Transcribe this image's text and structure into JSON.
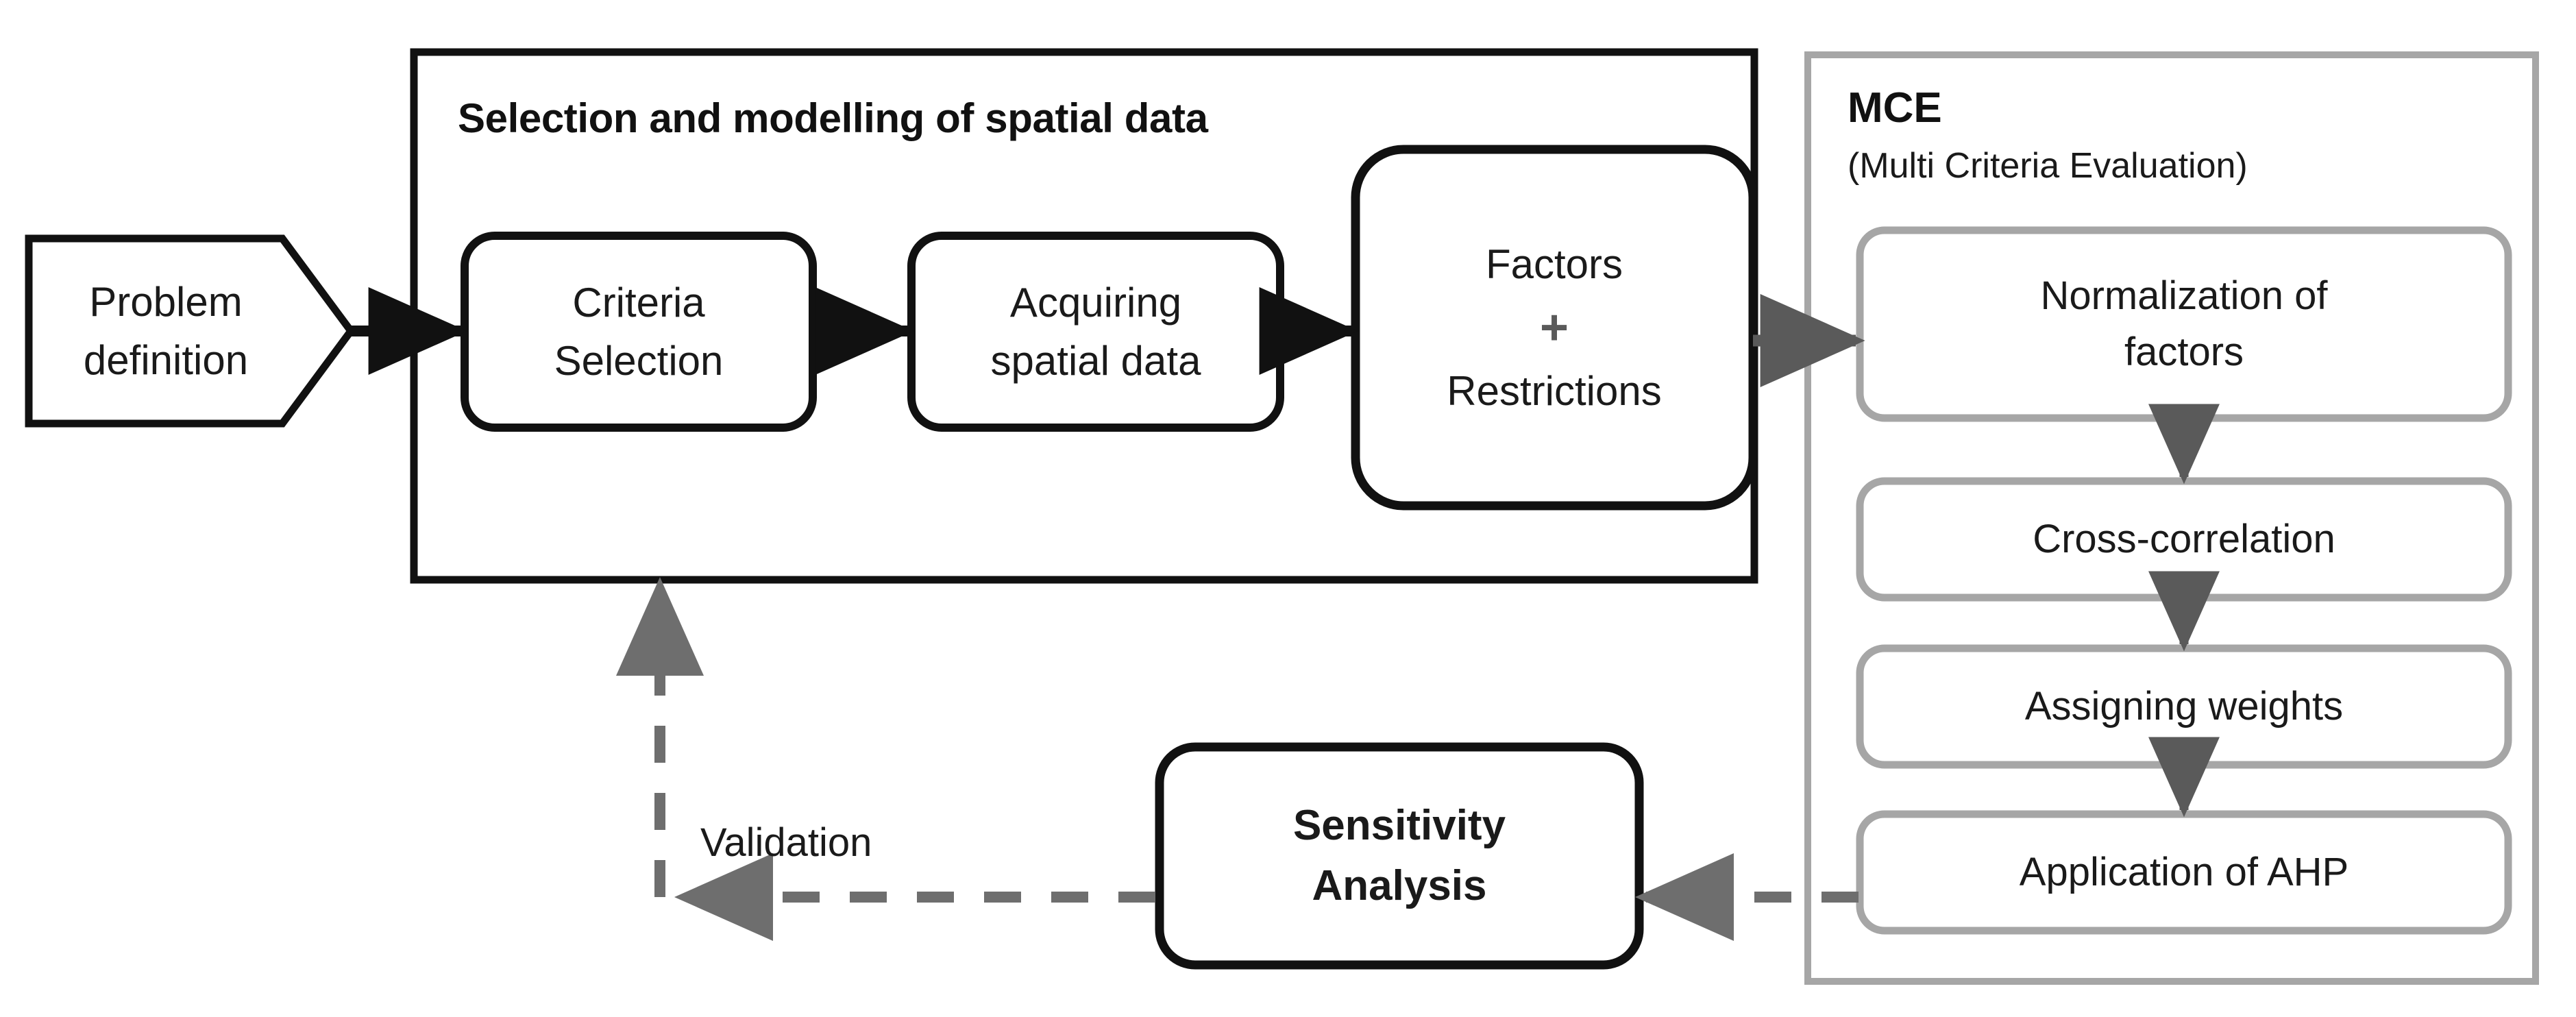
{
  "diagram": {
    "title": "MCE spatial multi-criteria decision methodology flowchart",
    "colors": {
      "black": "#111111",
      "gray_border": "#a6a6a6",
      "gray_arrow": "#5a5a5a",
      "dashed_gray": "#6e6e6e",
      "background": "#ffffff",
      "text": "#1a1a1a"
    }
  },
  "start_node": {
    "name": "problem-definition",
    "label": "Problem\ndefinition",
    "shape": "pentagon-arrow"
  },
  "group_selection": {
    "title": "Selection and modelling of spatial data",
    "steps": [
      {
        "name": "criteria-selection",
        "label": "Criteria\nSelection"
      },
      {
        "name": "acquiring-spatial-data",
        "label": "Acquiring\nspatial data"
      },
      {
        "name": "factors-restrictions",
        "label_top": "Factors",
        "plus": "+",
        "label_bottom": "Restrictions"
      }
    ]
  },
  "group_mce": {
    "title": "MCE",
    "subtitle": "(Multi Criteria Evaluation)",
    "steps": [
      {
        "name": "normalization-of-factors",
        "label": "Normalization of\nfactors"
      },
      {
        "name": "cross-correlation",
        "label": "Cross-correlation"
      },
      {
        "name": "assigning-weights",
        "label": "Assigning weights"
      },
      {
        "name": "application-of-ahp",
        "label": "Application of AHP"
      }
    ]
  },
  "feedback": {
    "node": {
      "name": "sensitivity-analysis",
      "label": "Sensitivity\nAnalysis"
    },
    "edge_label": "Validation"
  }
}
